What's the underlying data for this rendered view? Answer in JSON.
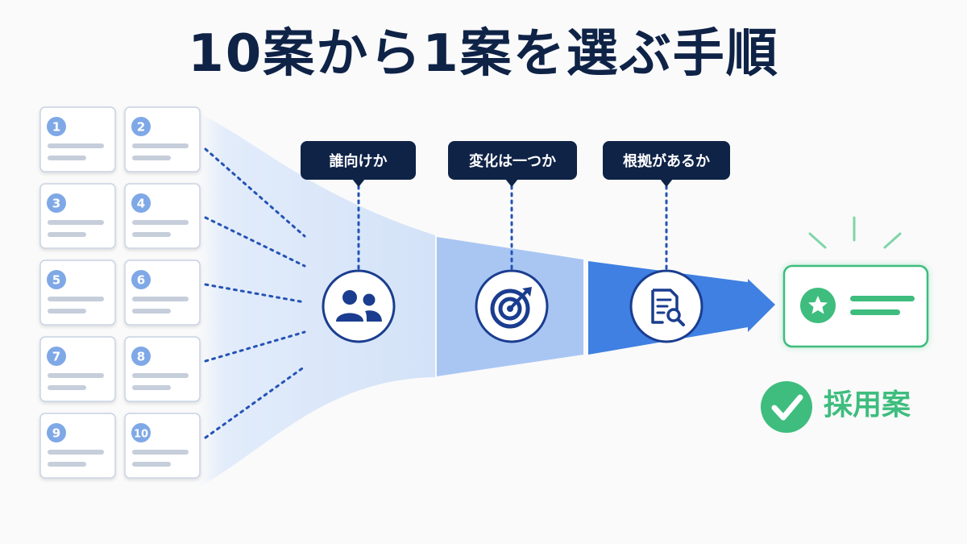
{
  "title": "10案から1案を選ぶ手順",
  "candidates": [
    {
      "number": "1"
    },
    {
      "number": "2"
    },
    {
      "number": "3"
    },
    {
      "number": "4"
    },
    {
      "number": "5"
    },
    {
      "number": "6"
    },
    {
      "number": "7"
    },
    {
      "number": "8"
    },
    {
      "number": "9"
    },
    {
      "number": "10"
    }
  ],
  "criteria": [
    {
      "label": "誰向けか",
      "icon": "users-icon"
    },
    {
      "label": "変化は一つか",
      "icon": "target-icon"
    },
    {
      "label": "根拠があるか",
      "icon": "document-search-icon"
    }
  ],
  "result": {
    "label": "採用案",
    "card_icon": "star-icon",
    "badge_icon": "checkmark-icon"
  },
  "colors": {
    "title": "#0f2347",
    "funnel_light": "#e3edfb",
    "funnel_mid": "#9fc0f2",
    "funnel_strong": "#3e7fe0",
    "tag_bg": "#0f2347",
    "icon": "#1a3d8f",
    "number_badge": "#7fa8e6",
    "result_green": "#3ebd7e"
  }
}
